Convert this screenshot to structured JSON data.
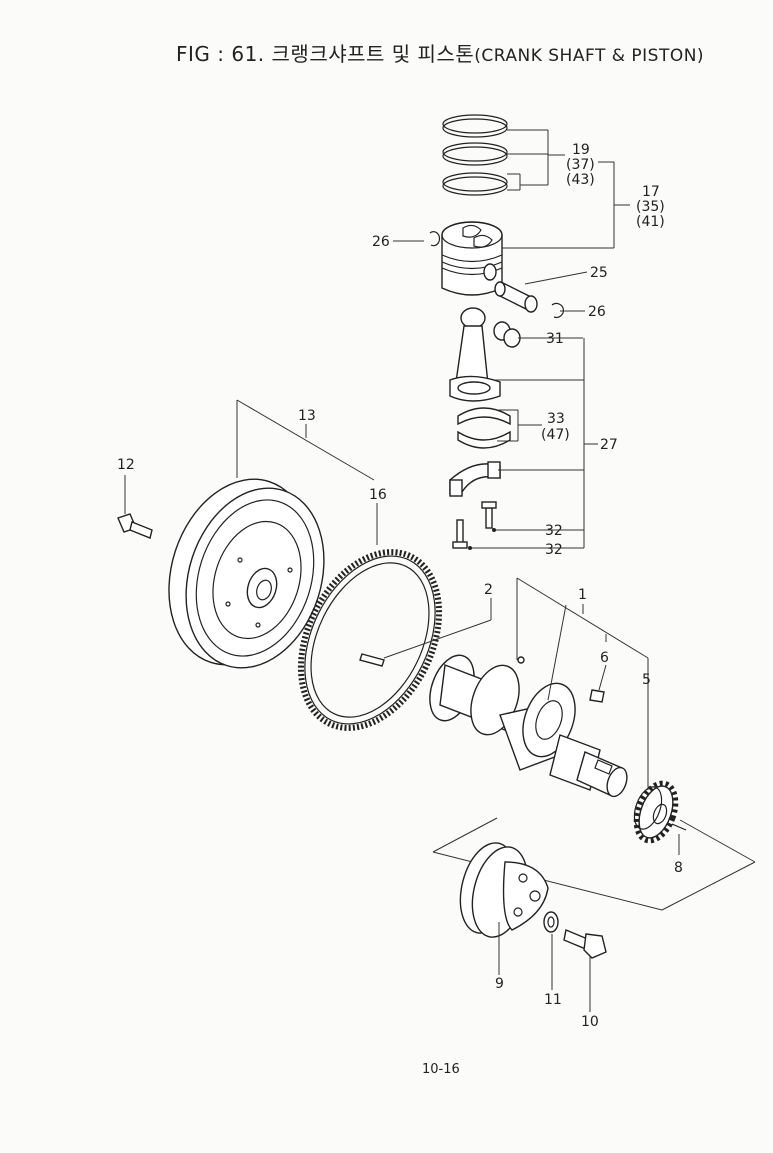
{
  "figure": {
    "title_main": "FIG : 61. 크랭크샤프트 및 피스톤",
    "title_sub": "(CRANK SHAFT & PISTON)",
    "page_number": "10-16"
  },
  "callouts": {
    "c19": "19",
    "c37": "(37)",
    "c43": "(43)",
    "c17": "17",
    "c35": "(35)",
    "c41": "(41)",
    "c26a": "26",
    "c25": "25",
    "c26b": "26",
    "c31": "31",
    "c33": "33",
    "c47": "(47)",
    "c27": "27",
    "c32a": "32",
    "c32b": "32",
    "c13": "13",
    "c12": "12",
    "c16": "16",
    "c2": "2",
    "c1": "1",
    "c6": "6",
    "c5": "5",
    "c8": "8",
    "c9": "9",
    "c11": "11",
    "c10": "10"
  }
}
